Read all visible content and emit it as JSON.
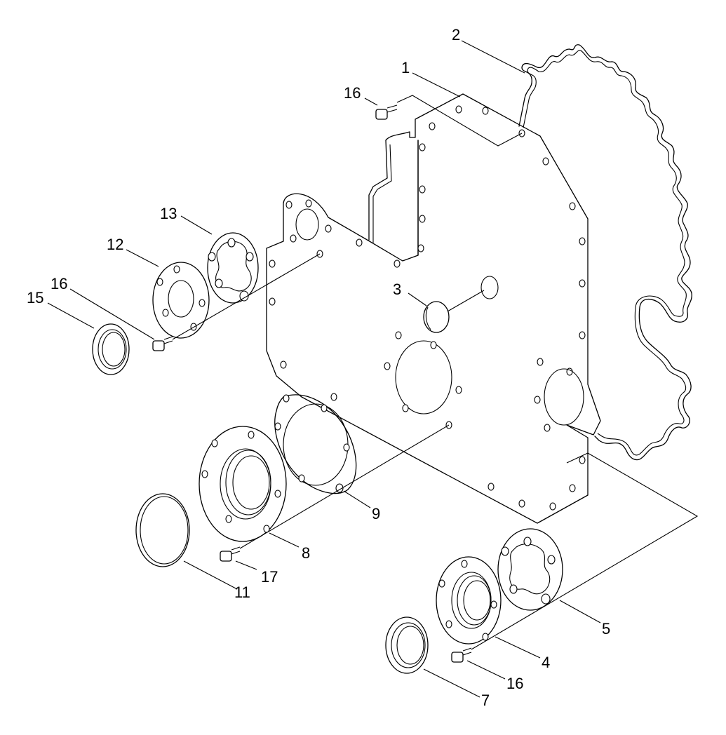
{
  "callouts": {
    "c1": "1",
    "c2": "2",
    "c3": "3",
    "c4": "4",
    "c5": "5",
    "c7": "7",
    "c8": "8",
    "c9": "9",
    "c11": "11",
    "c12": "12",
    "c13": "13",
    "c15": "15",
    "c16a": "16",
    "c16b": "16",
    "c16c": "16",
    "c17": "17"
  },
  "colors": {
    "line": "#000000",
    "background": "#ffffff"
  }
}
